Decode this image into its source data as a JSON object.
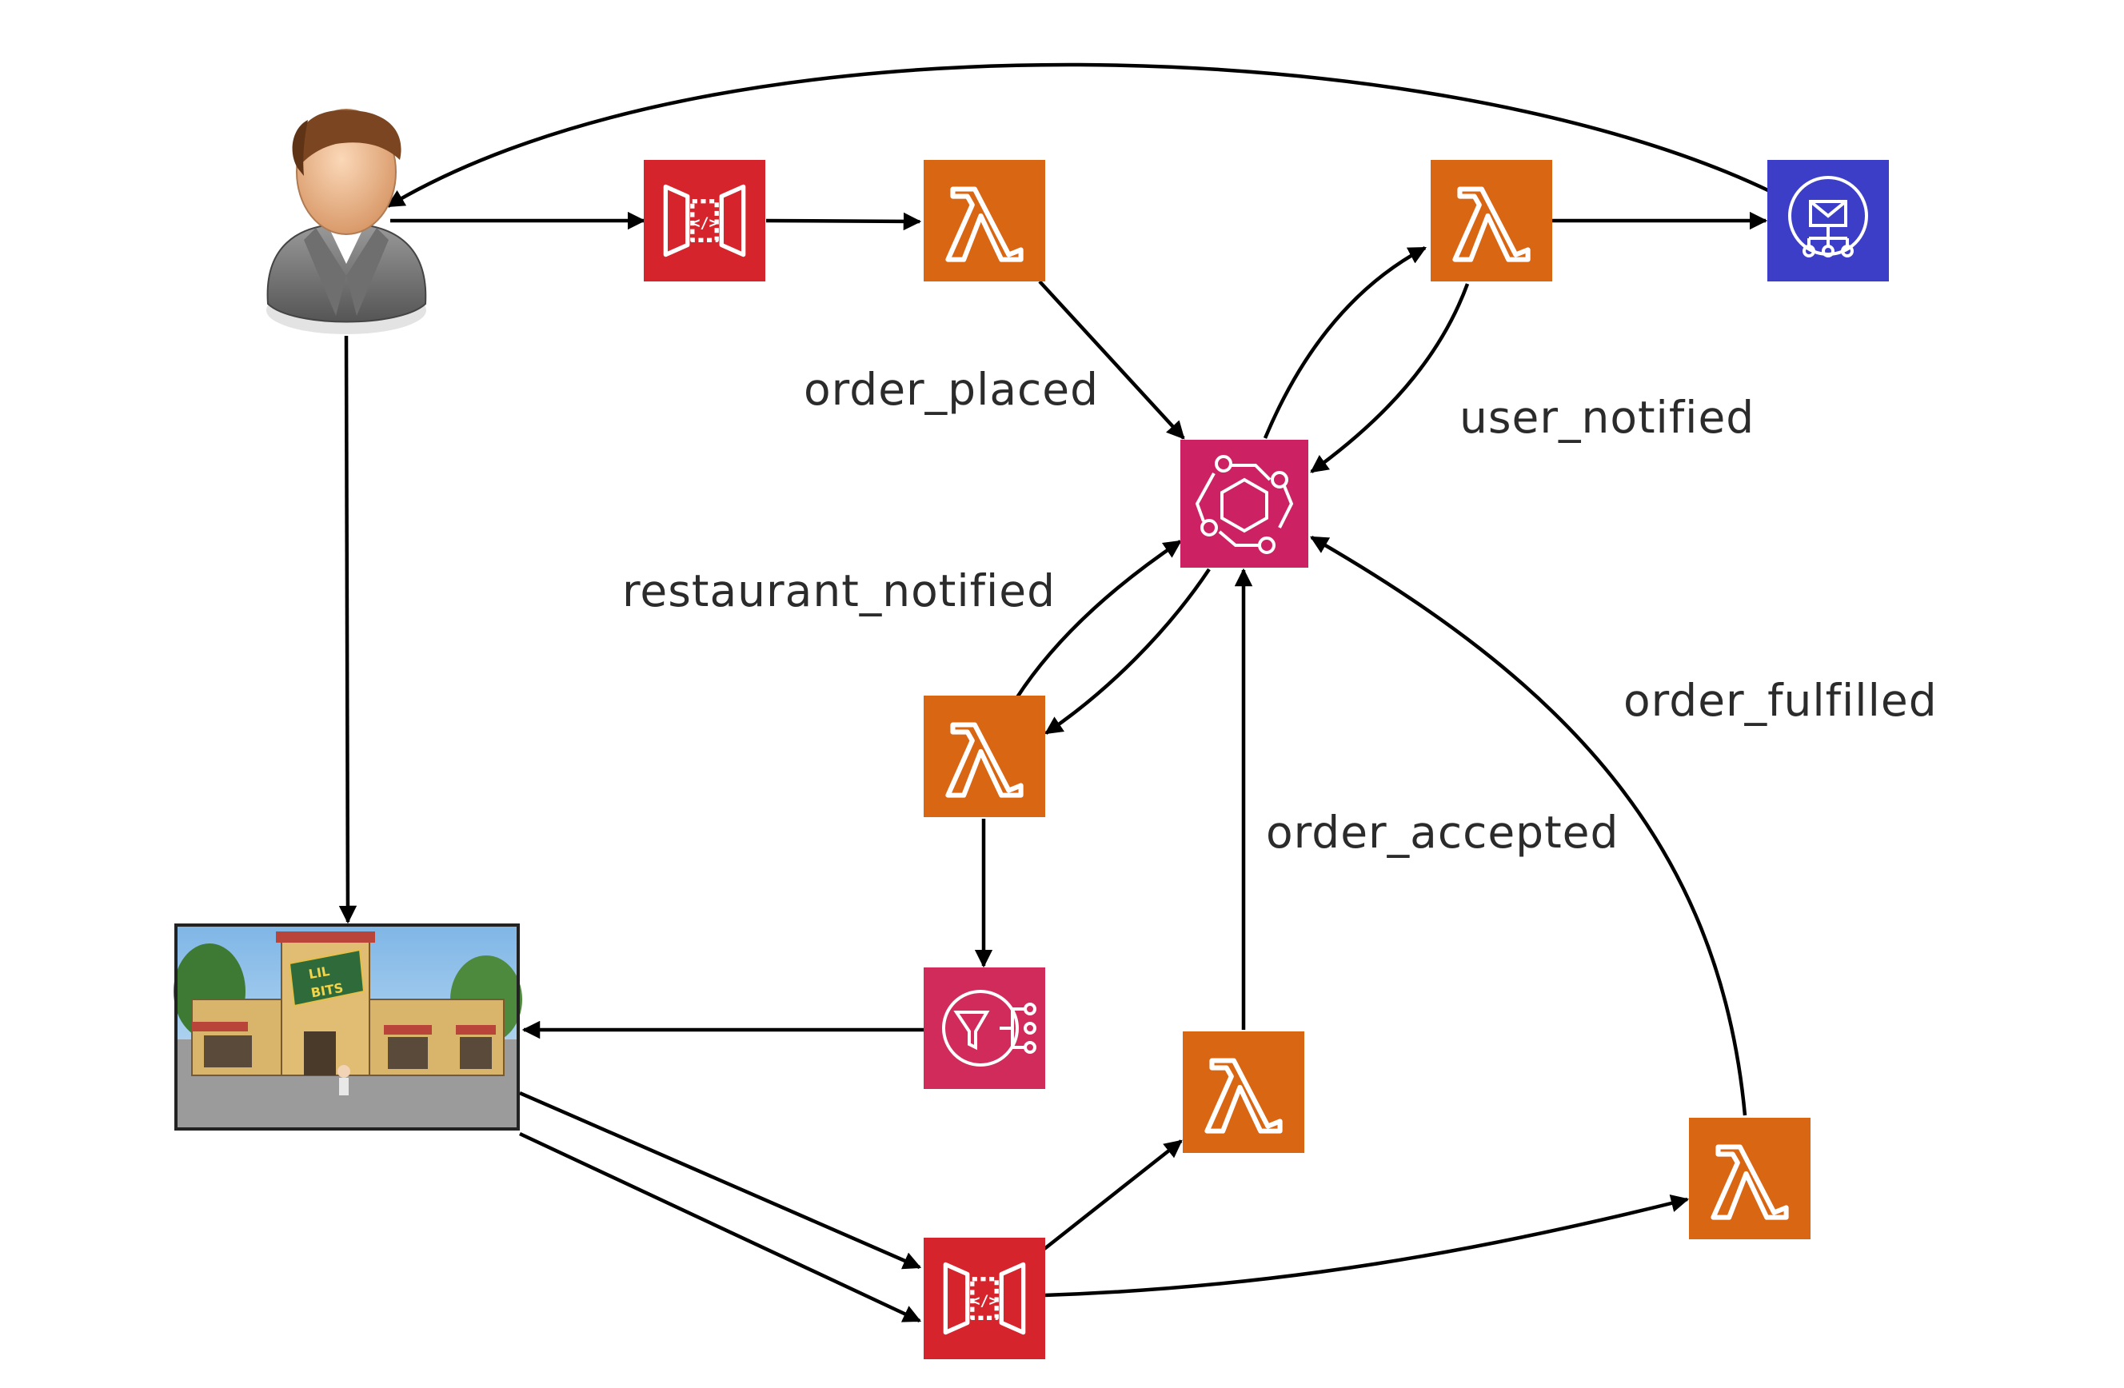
{
  "colors": {
    "lambda": "#D86613",
    "api_gateway": "#D6242D",
    "eventbridge": "#CC2264",
    "sns": "#D02B5A",
    "ses": "#3C3EC8",
    "arrow": "#000000",
    "label": "#2b2b2b"
  },
  "nodes": [
    {
      "id": "customer",
      "icon": "person-avatar-icon"
    },
    {
      "id": "api-gateway-top",
      "icon": "api-gateway-icon"
    },
    {
      "id": "lambda-place-order",
      "icon": "lambda-icon"
    },
    {
      "id": "lambda-notify-user",
      "icon": "lambda-icon"
    },
    {
      "id": "email-service",
      "icon": "email-notification-icon"
    },
    {
      "id": "event-bus",
      "icon": "eventbridge-icon"
    },
    {
      "id": "lambda-notify-restaurant",
      "icon": "lambda-icon"
    },
    {
      "id": "sns-topic",
      "icon": "sns-filter-icon"
    },
    {
      "id": "restaurant",
      "icon": "restaurant-photo-icon"
    },
    {
      "id": "api-gateway-bottom",
      "icon": "api-gateway-icon"
    },
    {
      "id": "lambda-accept-order",
      "icon": "lambda-icon"
    },
    {
      "id": "lambda-fulfill-order",
      "icon": "lambda-icon"
    }
  ],
  "restaurant_sign": {
    "line1": "LIL",
    "line2": "BITS"
  },
  "labels": {
    "order_placed": "order_placed",
    "user_notified": "user_notified",
    "restaurant_notified": "restaurant_notified",
    "order_fulfilled": "order_fulfilled",
    "order_accepted": "order_accepted"
  }
}
